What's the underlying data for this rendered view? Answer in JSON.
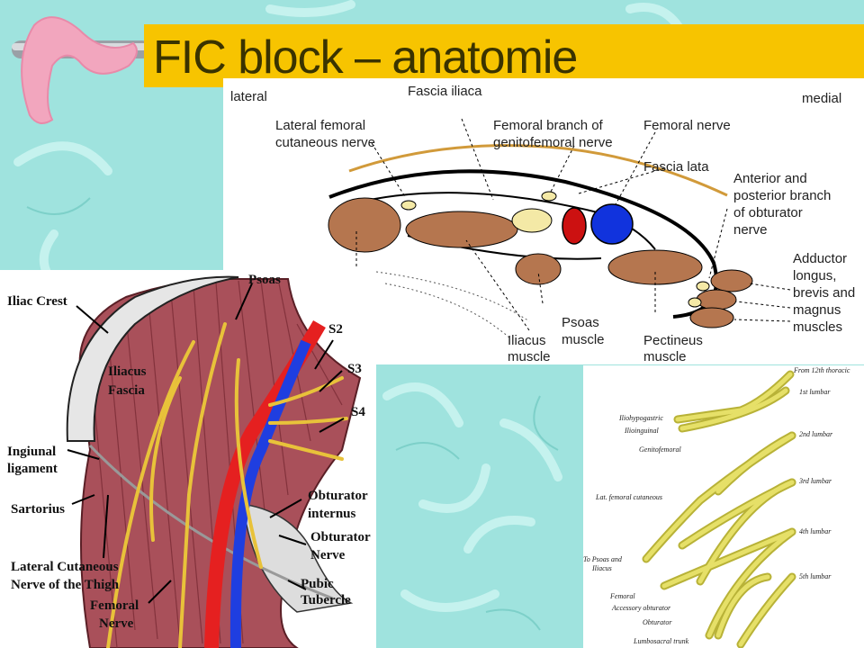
{
  "slide": {
    "title": "FIC block – anatomie"
  },
  "cross_section": {
    "side_left": "lateral",
    "side_right": "medial",
    "labels": {
      "fascia_iliaca": "Fascia iliaca",
      "lateral_femoral_cutaneous_1": "Lateral femoral",
      "lateral_femoral_cutaneous_2": "cutaneous nerve",
      "genitofemoral_1": "Femoral branch of",
      "genitofemoral_2": "genitofemoral nerve",
      "femoral_nerve": "Femoral nerve",
      "fascia_lata": "Fascia lata",
      "obturator_1": "Anterior and",
      "obturator_2": "posterior branch",
      "obturator_3": "of obturator",
      "obturator_4": "nerve",
      "adductor_1": "Adductor",
      "adductor_2": "longus,",
      "adductor_3": "brevis and",
      "adductor_4": "magnus",
      "adductor_5": "muscles",
      "psoas_1": "Psoas",
      "psoas_2": "muscle",
      "iliacus_1": "Iliacus",
      "iliacus_2": "muscle",
      "pectineus_1": "Pectineus",
      "pectineus_2": "muscle"
    }
  },
  "pelvis": {
    "labels": {
      "psoas": "Psoas",
      "iliac_crest": "Iliac Crest",
      "s2": "S2",
      "s3": "S3",
      "s4": "S4",
      "iliacus_fascia_1": "Iliacus",
      "iliacus_fascia_2": "Fascia",
      "inguinal_1": "Ingiunal",
      "inguinal_2": "ligament",
      "sartorius": "Sartorius",
      "obt_internus_1": "Obturator",
      "obt_internus_2": "internus",
      "obt_nerve_1": "Obturator",
      "obt_nerve_2": "Nerve",
      "lcnt_1": "Lateral Cutaneous",
      "lcnt_2": "Nerve of the Thigh",
      "pubic_1": "Pubic",
      "pubic_2": "Tubercle",
      "femoral_1": "Femoral",
      "femoral_2": "Nerve"
    }
  },
  "plexus": {
    "labels": {
      "from_12th": "From 12th thoracic",
      "l1": "1st lumbar",
      "iliohypogastric": "Iliohypogastric",
      "ilioinguinal": "Ilioinguinal",
      "l2": "2nd lumbar",
      "genitofemoral": "Genitofemoral",
      "l3": "3rd lumbar",
      "lat_fem_cut": "Lat. femoral cutaneous",
      "l4": "4th lumbar",
      "psoas_iliacus_1": "To Psoas and",
      "psoas_iliacus_2": "Iliacus",
      "l5": "5th lumbar",
      "femoral": "Femoral",
      "accessory_obturator": "Accessory obturator",
      "obturator": "Obturator",
      "lumbosacral": "Lumbosacral trunk"
    }
  },
  "colors": {
    "background": "#9fe3de",
    "title_bar": "#f7c400",
    "title_text": "#3a3300",
    "muscle": "#b5764f",
    "nerve": "#f4e9a6",
    "artery": "#cc1111",
    "vein": "#1133dd",
    "fascia": "#d19a3a"
  }
}
